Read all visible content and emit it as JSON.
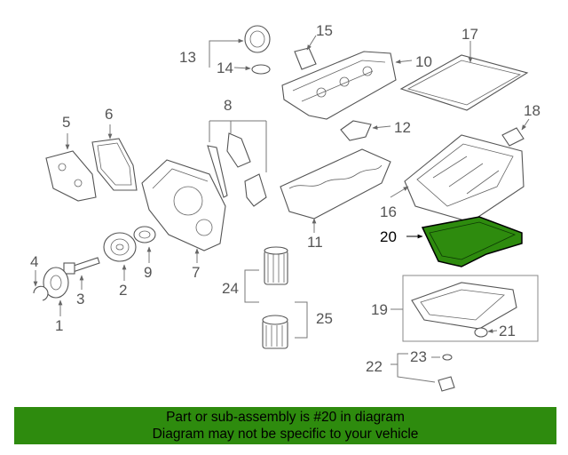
{
  "callouts": {
    "c1": "1",
    "c2": "2",
    "c3": "3",
    "c4": "4",
    "c5": "5",
    "c6": "6",
    "c7": "7",
    "c8": "8",
    "c9": "9",
    "c10": "10",
    "c11": "11",
    "c12": "12",
    "c13": "13",
    "c14": "14",
    "c15": "15",
    "c16": "16",
    "c17": "17",
    "c18": "18",
    "c19": "19",
    "c20": "20",
    "c21": "21",
    "c22": "22",
    "c23": "23",
    "c24": "24",
    "c25": "25"
  },
  "highlight": {
    "part": "20",
    "color": "#2e8b0e"
  },
  "banner": {
    "line1": "Part or sub-assembly is #20 in diagram",
    "line2": "Diagram may not be specific to your vehicle"
  }
}
